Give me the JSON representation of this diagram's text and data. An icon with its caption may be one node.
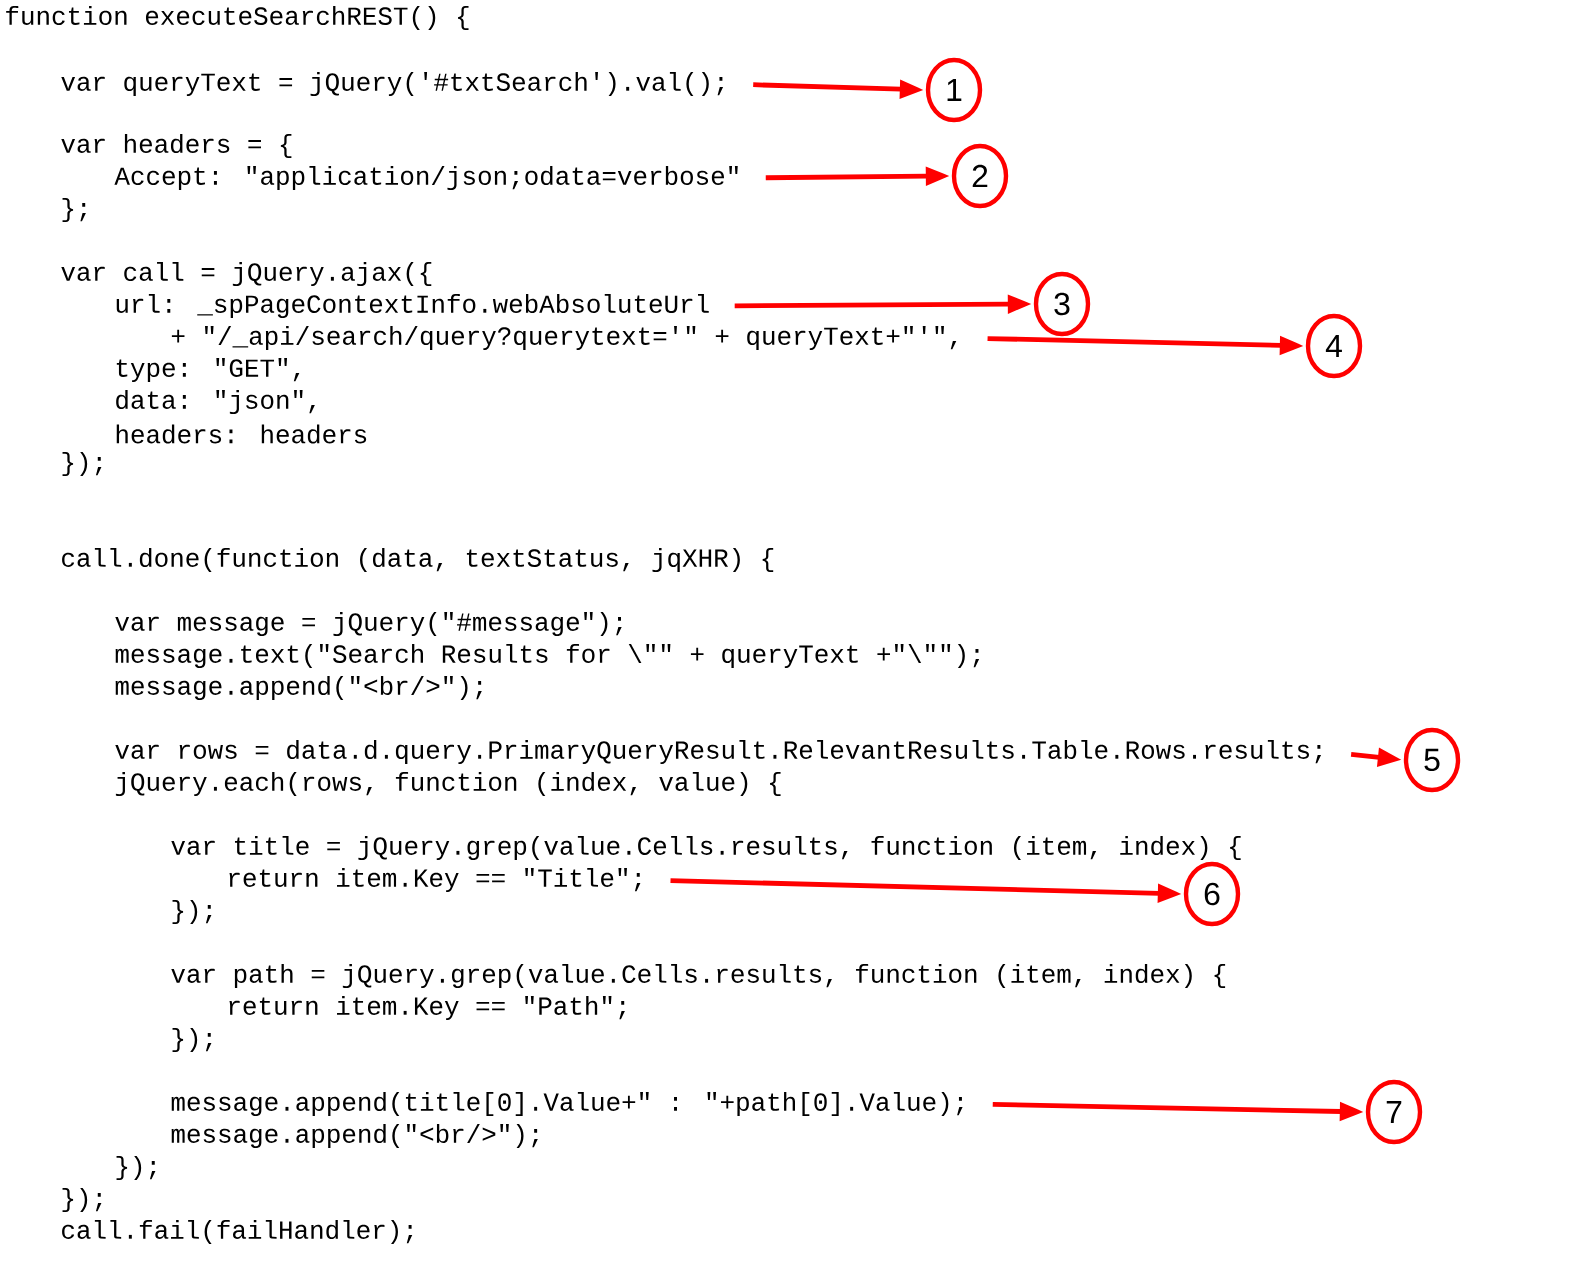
{
  "diagram": {
    "nodes": [
      {
        "text": [
          "var queryText = jQuery('#txtSearch').val();"
        ]
      },
      {
        "text": [
          "1"
        ]
      },
      {
        "text": [
          "Accept: \"application/json;odata=verbose\""
        ]
      },
      {
        "text": [
          "2"
        ]
      },
      {
        "text": [
          "url: _spPageContextInfo.webAbsoluteUrl"
        ]
      },
      {
        "text": [
          "3"
        ]
      },
      {
        "text": [
          "+ \"/_api/search/query?querytext='\" + queryText+\"'\","
        ]
      },
      {
        "text": [
          "4"
        ]
      },
      {
        "text": [
          "var rows = data.d.query.PrimaryQueryResult.RelevantResults.Table.Rows.results;"
        ]
      },
      {
        "text": [
          "5"
        ]
      },
      {
        "text": [
          "return item.Key == \"Title\";"
        ]
      },
      {
        "text": [
          "6"
        ]
      },
      {
        "text": [
          "message.append(title[0].Value+\" : \"+path[0].Value);"
        ]
      },
      {
        "text": [
          "7"
        ]
      }
    ],
    "edges": [
      {
        "from": 0,
        "to": 1,
        "arrow": "to"
      },
      {
        "from": 2,
        "to": 3,
        "arrow": "to"
      },
      {
        "from": 4,
        "to": 5,
        "arrow": "to"
      },
      {
        "from": 6,
        "to": 7,
        "arrow": "to"
      },
      {
        "from": 8,
        "to": 9,
        "arrow": "to"
      },
      {
        "from": 10,
        "to": 11,
        "arrow": "to"
      },
      {
        "from": 12,
        "to": 13,
        "arrow": "to"
      }
    ],
    "labels": [
      "function executeSearchREST() {",
      "var headers = {",
      "};",
      "var call = jQuery.ajax({",
      "type: \"GET\",",
      "data: \"json\",",
      "headers: headers",
      "});",
      "call.done(function (data, textStatus, jqXHR) {",
      "var message = jQuery(\"#message\");",
      "message.text(\"Search Results for \\\"\" + queryText +\"\\\"\");",
      "message.append(\"<br/>\");",
      "jQuery.each(rows, function (index, value) {",
      "var title = jQuery.grep(value.Cells.results, function (item, index) {",
      "});",
      "var path = jQuery.grep(value.Cells.results, function (item, index) {",
      "return item.Key == \"Path\";",
      "});",
      "message.append(\"<br/>\");",
      "});",
      "});",
      "call.fail(failHandler);"
    ]
  }
}
